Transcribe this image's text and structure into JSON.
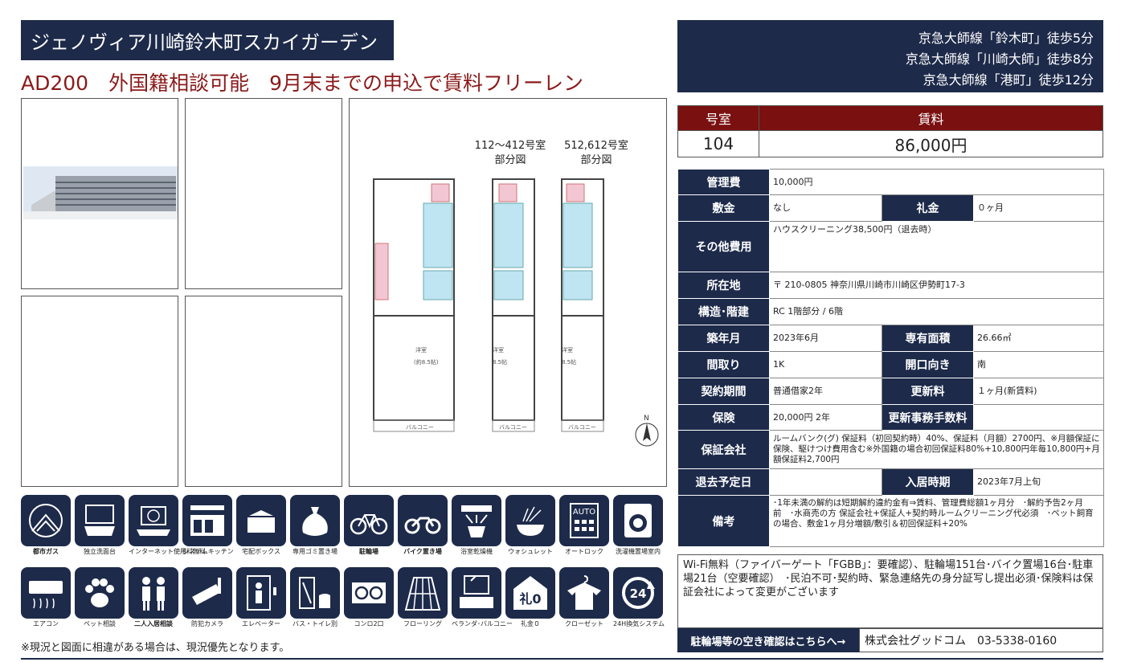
{
  "header": {
    "title": "ジェノヴィア川崎鈴木町スカイガーデン",
    "ad_banner": "AD200　外国籍相談可能　9月末までの申込で賃料フリーレン"
  },
  "stations": [
    "京急大師線「鈴木町」徒歩5分",
    "京急大師線「川崎大師」徒歩8分",
    "京急大師線「港町」徒歩12分"
  ],
  "floorplan": {
    "label_a_1": "112～412号室",
    "label_a_2": "部分図",
    "label_b_1": "512,612号室",
    "label_b_2": "部分図"
  },
  "room": {
    "room_header": "号室",
    "rent_header": "賃料",
    "room_no": "104",
    "rent": "86,000円"
  },
  "details": {
    "mgmt_fee_label": "管理費",
    "mgmt_fee": "10,000円",
    "deposit_label": "敷金",
    "deposit": "なし",
    "key_money_label": "礼金",
    "key_money": "０ヶ月",
    "other_fee_label": "その他費用",
    "other_fee": "ハウスクリーニング38,500円（退去時）",
    "address_label": "所在地",
    "address": "〒 210-0805 神奈川県川崎市川崎区伊勢町17-3",
    "structure_label": "構造･階建",
    "structure": "RC 1階部分 / 6階",
    "built_label": "築年月",
    "built": "2023年6月",
    "area_label": "専有面積",
    "area": "26.66㎡",
    "layout_label": "間取り",
    "layout": "1K",
    "facing_label": "開口向き",
    "facing": "南",
    "contract_label": "契約期間",
    "contract": "普通借家2年",
    "renewal_label": "更新料",
    "renewal": "１ヶ月(新賃料)",
    "insurance_label": "保険",
    "insurance": "20,000円 2年",
    "renewal_admin_label": "更新事務手数料",
    "renewal_admin": "",
    "guarantor_label": "保証会社",
    "guarantor": "ルームバンク(グ) 保証料（初回契約時）40%、保証料（月額）2700円、※月額保証に保険、駆けつけ費用含む※外国籍の場合初回保証料80%+10,800円年毎10,800円+月額保証料2,700円",
    "moveout_label": "退去予定日",
    "moveout": "",
    "movein_label": "入居時期",
    "movein": "2023年7月上旬",
    "remarks_label": "備考",
    "remarks": "･1年未満の解約は短期解約違約金有⇒賃料、管理費総額1ヶ月分　･解約予告2ヶ月前　･水商売の方 保証会社+保証人+契約時ルームクリーニング代必須　･ペット飼育の場合、敷金1ヶ月分増額/敷引＆初回保証料+20%"
  },
  "notes": "Wi-Fi無料（ファイバーゲート「FGBB」：要確認）、駐輪場151台･バイク置場16台･駐車場21台（空要確認）　･民泊不可･契約時、緊急連絡先の身分証写し提出必須･保険料は保証会社によって変更がございます",
  "contact": {
    "label": "駐輪場等の空き確認はこちらへ→",
    "value": "株式会社グッドコム　03-5338-0160"
  },
  "amenities_row1": [
    {
      "label": "都市ガス",
      "icon": "gas-icon",
      "on": true
    },
    {
      "label": "独立洗面台",
      "icon": "vanity-icon",
      "on": true
    },
    {
      "label": "インターネット使用料無料",
      "icon": "laptop-icon",
      "on": true
    },
    {
      "label": "システムキッチン",
      "icon": "kitchen-icon",
      "on": true
    },
    {
      "label": "宅配ボックス",
      "icon": "delivery-box-icon",
      "on": true
    },
    {
      "label": "専用ゴミ置き場",
      "icon": "garbage-bag-icon",
      "on": true
    },
    {
      "label": "駐輪場",
      "icon": "bicycle-icon",
      "on": true
    },
    {
      "label": "バイク置き場",
      "icon": "motorbike-icon",
      "on": true
    },
    {
      "label": "浴室乾燥機",
      "icon": "bath-dryer-icon",
      "on": true
    },
    {
      "label": "ウォシュレット",
      "icon": "washlet-icon",
      "on": true
    },
    {
      "label": "オートロック",
      "icon": "autolock-icon",
      "on": true
    },
    {
      "label": "洗濯機置場室内",
      "icon": "washing-machine-icon",
      "on": true
    }
  ],
  "amenities_row2": [
    {
      "label": "エアコン",
      "icon": "aircon-icon",
      "on": true
    },
    {
      "label": "ペット相談",
      "icon": "paw-icon",
      "on": true
    },
    {
      "label": "二人入居相談",
      "icon": "two-people-icon",
      "on": true
    },
    {
      "label": "防犯カメラ",
      "icon": "security-camera-icon",
      "on": true
    },
    {
      "label": "エレベーター",
      "icon": "elevator-icon",
      "on": true
    },
    {
      "label": "バス・トイレ別",
      "icon": "bath-toilet-icon",
      "on": true
    },
    {
      "label": "コンロ2口",
      "icon": "stove-icon",
      "on": true
    },
    {
      "label": "フローリング",
      "icon": "flooring-icon",
      "on": true
    },
    {
      "label": "ベランダ･バルコニー",
      "icon": "balcony-icon",
      "on": true
    },
    {
      "label": "礼金０",
      "icon": "zero-key-money-icon",
      "on": true
    },
    {
      "label": "クローゼット",
      "icon": "closet-icon",
      "on": true
    },
    {
      "label": "24H換気システム",
      "icon": "ventilation-24h-icon",
      "on": true
    }
  ],
  "icon_glyphs": {
    "autolock_text": "AUTO",
    "zero_text": "礼0",
    "vent_text": "24"
  },
  "disclaimer": "※現況と図面に相違がある場合は、現況優先となります。",
  "colors": {
    "navy": "#1d2a4a",
    "maroon": "#7a1010",
    "banner_red": "#8b1a1a"
  }
}
